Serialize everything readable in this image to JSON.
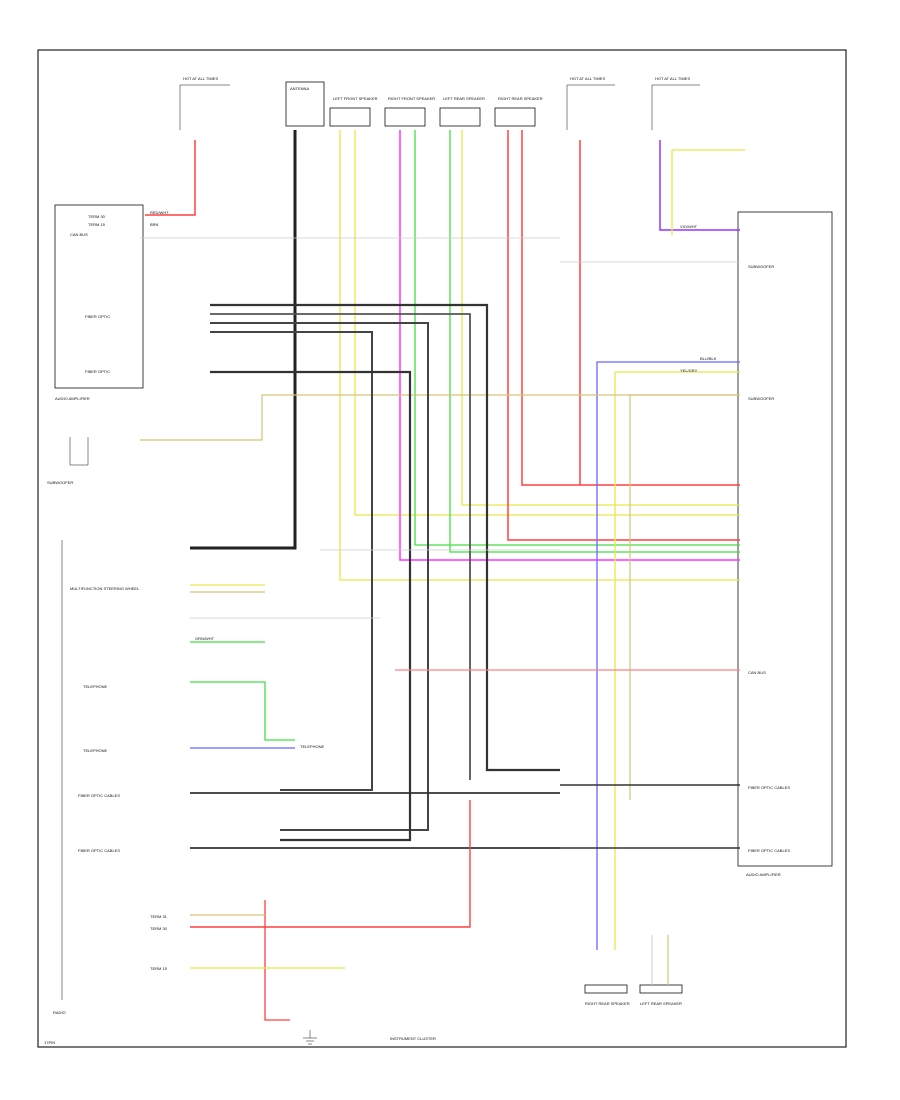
{
  "labels": {
    "footer_left": "17PIN",
    "radio": "RADIO",
    "subwoofer_left": "SUBWOOFER",
    "amp_label": "AUDIO AMPLIFIER",
    "ground": "G101",
    "fuse_left_top": "HOT AT ALL TIMES",
    "fuse_right_a": "HOT AT ALL TIMES",
    "fuse_right_b": "HOT AT ALL TIMES",
    "antenna": "ANTENNA",
    "left_front_speaker": "LEFT FRONT SPEAKER",
    "right_front_speaker": "RIGHT FRONT SPEAKER",
    "left_rear_speaker": "LEFT REAR SPEAKER",
    "right_rear_speaker": "RIGHT REAR SPEAKER",
    "fiber_optic": "FIBER OPTIC",
    "fiber_optic_cables": "FIBER OPTIC CABLES",
    "telephone": "TELEPHONE",
    "bus_line": "CAN BUS",
    "instrument_cluster": "INSTRUMENT CLUSTER",
    "multifunction": "MULTIFUNCTION STEERING WHEEL",
    "term_30": "TERM 30",
    "term_15": "TERM 15",
    "term_31": "TERM 31",
    "wire_red": "RED/WHT",
    "wire_brn": "BRN",
    "wire_blu": "BLU/BLK",
    "wire_yel": "YEL/GRY",
    "wire_grn": "GRN/WHT",
    "wire_vio": "VIO/WHT"
  }
}
